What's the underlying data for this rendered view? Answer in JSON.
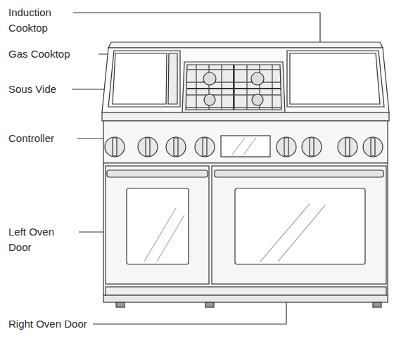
{
  "diagram": {
    "labels": [
      "Induction Cooktop",
      "Gas Cooktop",
      "Sous Vide",
      "Controller",
      "Left Oven Door",
      "Right Oven Door"
    ]
  }
}
